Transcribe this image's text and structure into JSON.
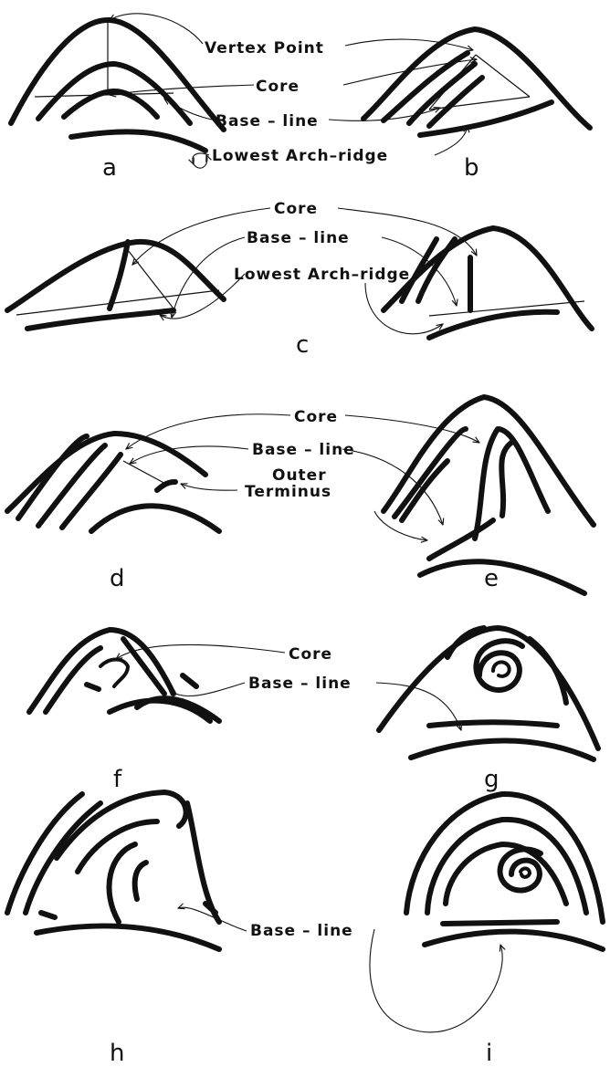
{
  "labels": {
    "vertex_point": "Vertex Point",
    "core": "Core",
    "base_line": "Base – line",
    "lowest_arch_ridge": "Lowest Arch–ridge",
    "outer_terminus_1": "Outer",
    "outer_terminus_2": "Terminus"
  },
  "panels": [
    "a",
    "b",
    "c",
    "d",
    "e",
    "f",
    "g",
    "h",
    "i"
  ]
}
